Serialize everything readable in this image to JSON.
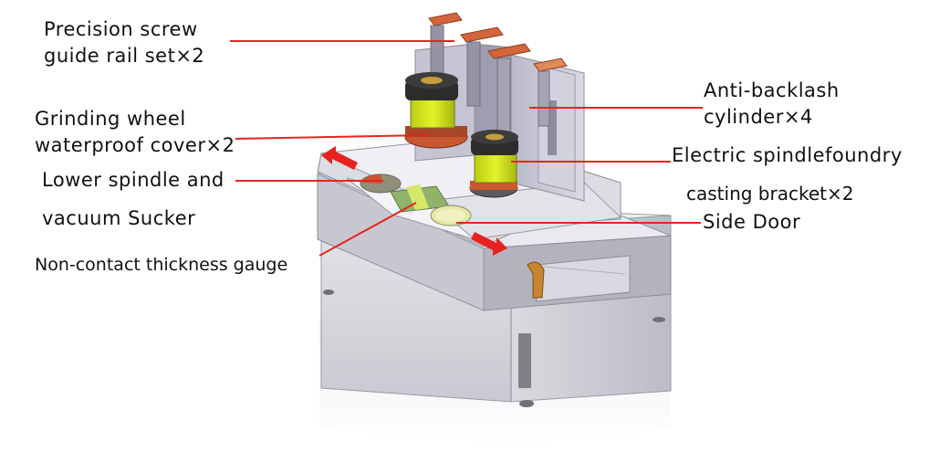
{
  "colors": {
    "leader_line": "#e8231e",
    "arrow": "#e8231e",
    "frame": "#d7d7dd",
    "frame_shadow": "#a9a9b2",
    "spindle_yellow": "#d8e81a",
    "spindle_dark": "#2c2c2c",
    "rail_copper": "#d2653c",
    "brass": "#c7852f"
  },
  "labels": {
    "precision_screw_line1": "Precision screw",
    "precision_screw_line2": "guide rail set×2",
    "grinding_wheel_line1": "Grinding wheel",
    "grinding_wheel_line2": "waterproof cover×2",
    "lower_spindle_line1": "Lower spindle and",
    "lower_spindle_line2": "vacuum Sucker",
    "thickness_gauge": "Non-contact thickness gauge",
    "anti_backlash_line1": "Anti-backlash",
    "anti_backlash_line2": "cylinder×4",
    "electric_spindle_line1": "Electric  spindlefoundry",
    "electric_spindle_line2": "casting bracket×2",
    "side_door": "Side Door"
  }
}
